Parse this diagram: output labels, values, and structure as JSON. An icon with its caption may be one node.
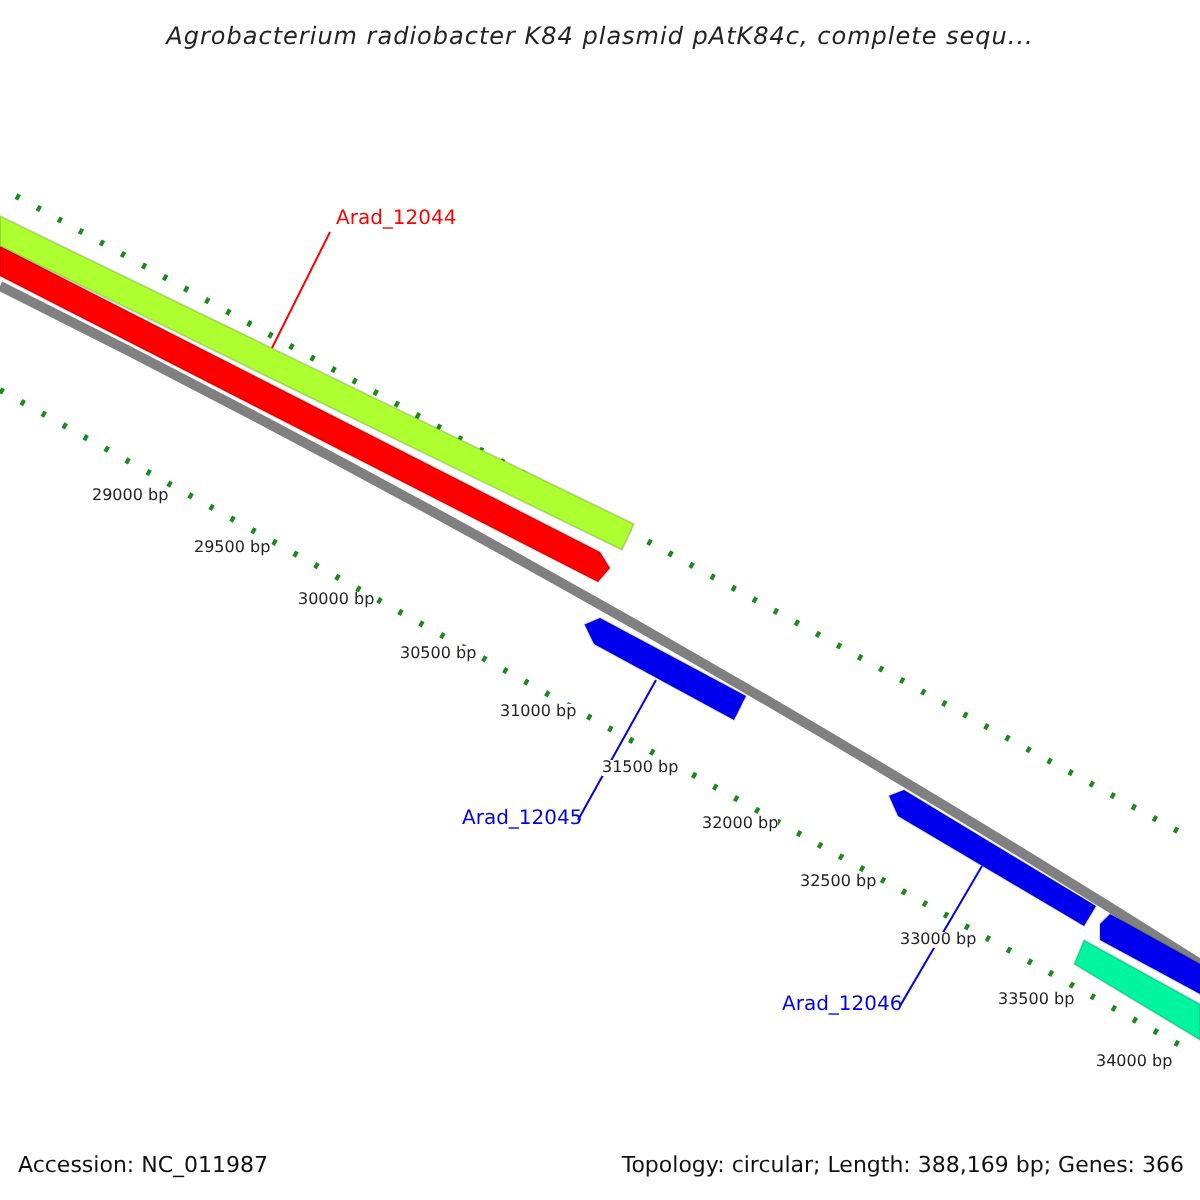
{
  "diagram": {
    "title": "Agrobacterium radiobacter K84 plasmid pAtK84c, complete sequ...",
    "nodes": [
      {
        "text": [
          "Arad_12044"
        ]
      },
      {
        "text": [],
        "shape": "bar"
      },
      {
        "text": [
          "Arad_12045"
        ]
      },
      {
        "text": [],
        "shape": "arrow"
      },
      {
        "text": [
          "Arad_12046"
        ]
      },
      {
        "text": [],
        "shape": "arrow"
      }
    ],
    "edges": [
      {
        "from": 0,
        "to": 1,
        "arrow": "none",
        "color": "#ff0000"
      },
      {
        "from": 2,
        "to": 3,
        "arrow": "none"
      },
      {
        "from": 4,
        "to": 5,
        "arrow": "none"
      }
    ],
    "labels": [
      "29000 bp",
      "29500 bp",
      "30000 bp",
      "30500 bp",
      "31000 bp",
      "31500 bp",
      "32000 bp",
      "32500 bp",
      "33000 bp",
      "33500 bp",
      "34000 bp",
      "Accession: NC_011987",
      "Topology: circular; Length: 388,169 bp; Genes: 366"
    ]
  }
}
